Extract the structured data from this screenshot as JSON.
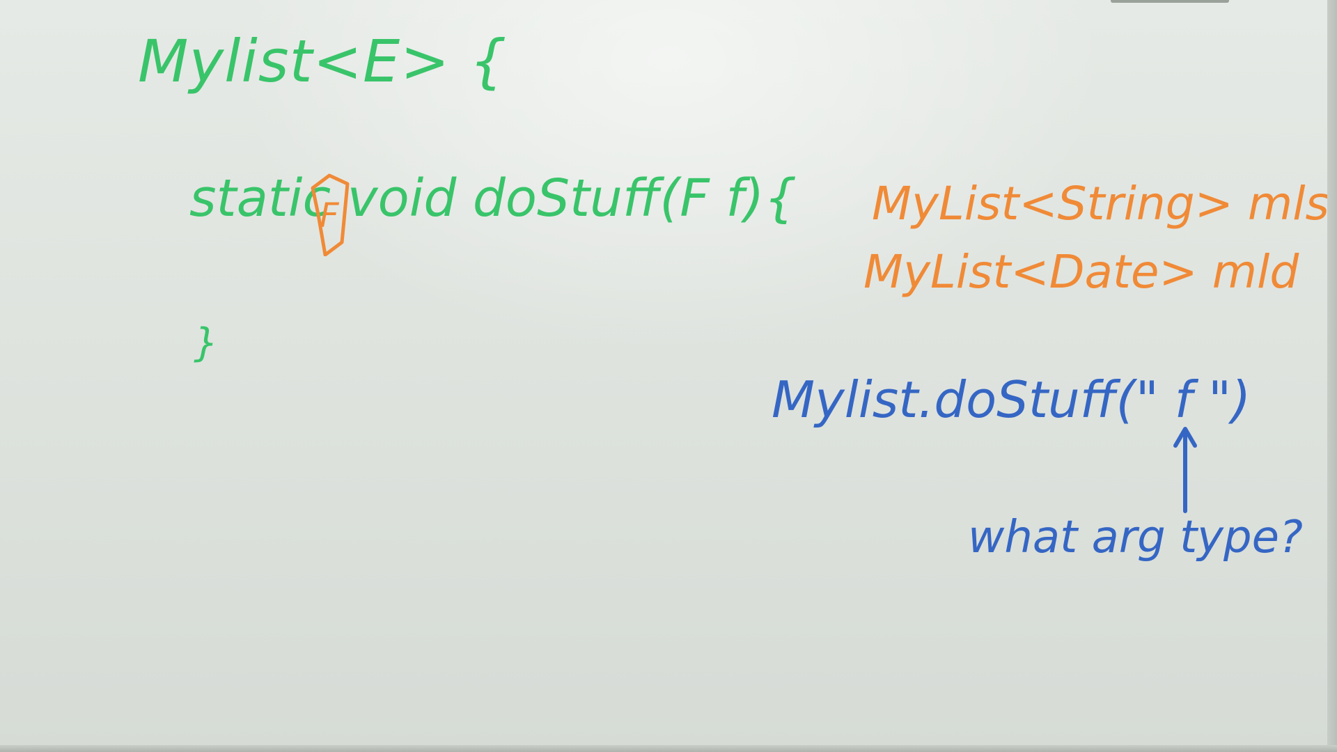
{
  "whiteboard": {
    "line_class": "Mylist<E> {",
    "line_method": "static void doStuff(F f){",
    "line_method_generic": "F",
    "line_close": "}",
    "line_string_list": "MyList<String> mls ...",
    "line_date_list": "MyList<Date> mld",
    "line_call": "Mylist.doStuff(\"  f  \")",
    "line_question": "what arg type?",
    "colors": {
      "green": "#39c46a",
      "orange": "#f08a37",
      "blue": "#3566c4"
    }
  }
}
